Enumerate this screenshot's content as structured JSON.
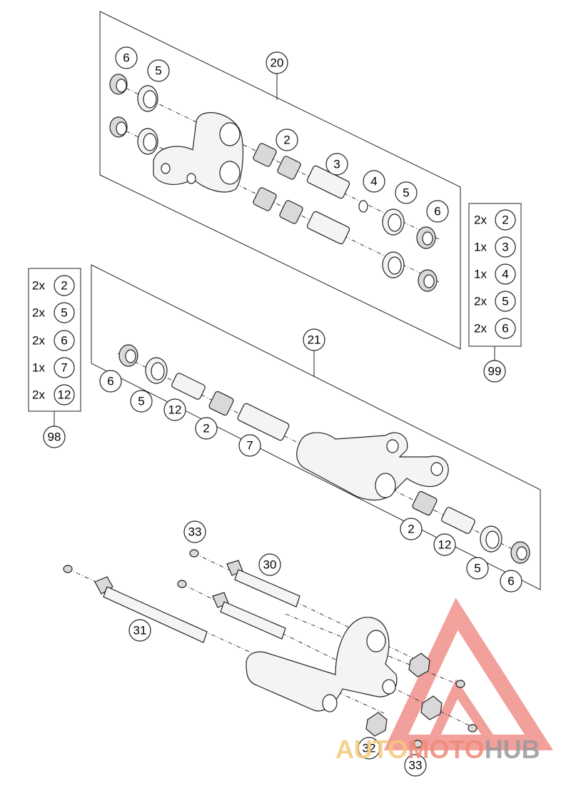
{
  "groups": [
    {
      "id": "20",
      "label": "20"
    },
    {
      "id": "21",
      "label": "21"
    }
  ],
  "callouts_group20": [
    "6",
    "5",
    "2",
    "3",
    "4",
    "5",
    "6"
  ],
  "callouts_group21": [
    "6",
    "5",
    "12",
    "2",
    "7",
    "2",
    "12",
    "5",
    "6"
  ],
  "callouts_mounting": [
    "33",
    "30",
    "31",
    "32",
    "33"
  ],
  "kit99": {
    "label": "99",
    "rows": [
      {
        "qty": "2x",
        "part": "2"
      },
      {
        "qty": "1x",
        "part": "3"
      },
      {
        "qty": "1x",
        "part": "4"
      },
      {
        "qty": "2x",
        "part": "5"
      },
      {
        "qty": "2x",
        "part": "6"
      }
    ]
  },
  "kit98": {
    "label": "98",
    "rows": [
      {
        "qty": "2x",
        "part": "2"
      },
      {
        "qty": "2x",
        "part": "5"
      },
      {
        "qty": "2x",
        "part": "6"
      },
      {
        "qty": "1x",
        "part": "7"
      },
      {
        "qty": "2x",
        "part": "12"
      }
    ]
  },
  "watermark": {
    "part1": "AUTO",
    "part2": "MOTO",
    "part3": "HUB",
    "color_auto": "#f5c97a",
    "color_moto": "#f08a7a",
    "color_hub": "#9a9a9a",
    "logo_color": "#e8534a"
  }
}
